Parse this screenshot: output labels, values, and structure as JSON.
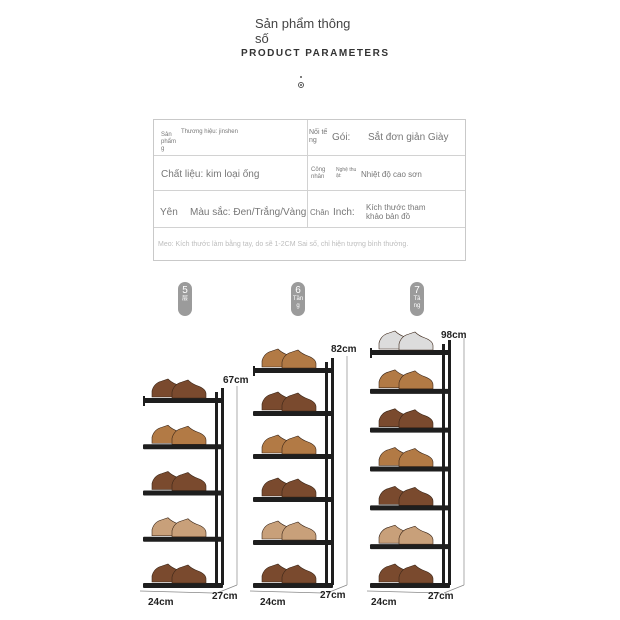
{
  "header": {
    "title_vi": "Sản phẩm thông số",
    "title_en": "PRODUCT PARAMETERS"
  },
  "table": {
    "r1": {
      "a_label": "Sản phẩm g",
      "a_value": "Thương hiệu: jinshen",
      "b_label": "Nối tế ng",
      "b_mid": "Gói:",
      "b_value": "Sắt đơn giản Giày"
    },
    "r2": {
      "a_value": "Chất liệu: kim loại ống",
      "b_label": "Công nhân",
      "b_mid": "Nghệ thu ật:",
      "b_value": "Nhiệt độ cao sơn"
    },
    "r3": {
      "a_label": "Yên",
      "a_value": "Màu sắc: Đen/Trắng/Vàng",
      "b_label": "Chân",
      "b_mid": "Inch:",
      "b_value": "Kích thước tham khảo bản đồ"
    },
    "note": "Meo: Kích thước làm bằng tay, do sẽ 1-2CM Sai số, chỉ hiện tượng bình thường."
  },
  "products": [
    {
      "num": "5",
      "sub": "层",
      "height": "67cm",
      "width": "24cm",
      "depth": "27cm"
    },
    {
      "num": "6",
      "sub": "Tần g",
      "height": "82cm",
      "width": "24cm",
      "depth": "27cm"
    },
    {
      "num": "7",
      "sub": "Tầ ng",
      "height": "98cm",
      "width": "24cm",
      "depth": "27cm"
    }
  ],
  "colors": {
    "rack": "#1e1e1e",
    "shoe_brown": "#7a4a2e",
    "shoe_tan": "#b27a45",
    "shoe_beige": "#c8a07a",
    "shoe_white": "#dcdcdc",
    "badge": "#9b9b9b"
  }
}
